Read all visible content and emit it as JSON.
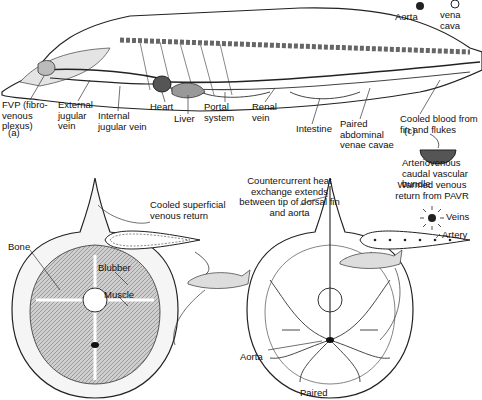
{
  "diagram": {
    "labels": [
      "FVP (fibro-venous plexus)",
      "External jugular vein",
      "Internal jugular vein",
      "Heart",
      "Liver",
      "Portal system",
      "Renal vein",
      "Intestine",
      "Paired abdominal venae cavae",
      "Cooled blood from fin and flukes",
      "(a)",
      "(c)",
      "Arteriovenous caudal vascular bundle",
      "Aorta",
      "vena cava",
      "Cooled superficial venous return",
      "Bone",
      "Blubber",
      "Muscle",
      "Countercurrent heat exchange extends between tip of dorsal fin and aorta",
      "Warmed venous return from PAVR",
      "Veins",
      "Artery",
      "Aorta",
      "Paired"
    ]
  }
}
